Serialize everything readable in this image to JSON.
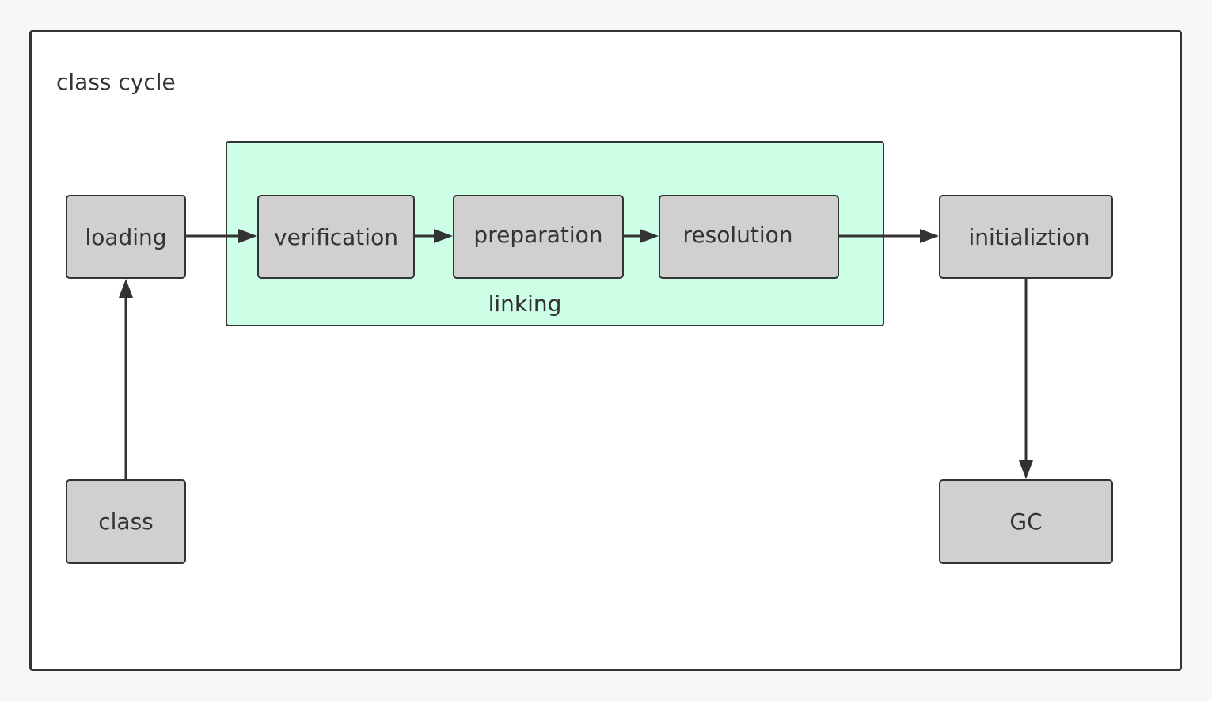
{
  "diagram": {
    "title": "class cycle",
    "group_label": "linking",
    "nodes": {
      "loading": "loading",
      "verification": "verification",
      "preparation": "preparation",
      "resolution": "resolution",
      "initialization": "initializtion",
      "class": "class",
      "gc": "GC"
    },
    "colors": {
      "node_fill": "#d0d0d0",
      "group_fill": "#ccffe6",
      "stroke": "#333333"
    }
  }
}
